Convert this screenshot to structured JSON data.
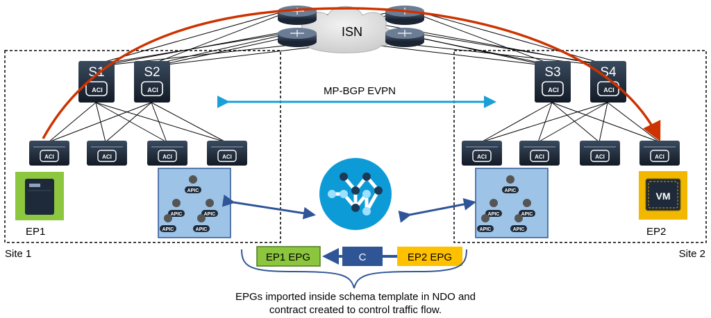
{
  "isn_label": "ISN",
  "spines": [
    {
      "name": "S1",
      "logo": "ACI"
    },
    {
      "name": "S2",
      "logo": "ACI"
    },
    {
      "name": "S3",
      "logo": "ACI"
    },
    {
      "name": "S4",
      "logo": "ACI"
    }
  ],
  "leaf_logo": "ACI",
  "protocol_label": "MP-BGP EVPN",
  "apic_label": "APIC",
  "vm_label": "VM",
  "sites": [
    {
      "label": "Site 1",
      "endpoint": "EP1"
    },
    {
      "label": "Site 2",
      "endpoint": "EP2"
    }
  ],
  "epgs": {
    "ep1": "EP1 EPG",
    "contract": "C",
    "ep2": "EP2 EPG"
  },
  "caption": {
    "line1": "EPGs imported inside schema template in NDO and",
    "line2": "contract created to control traffic flow."
  },
  "colors": {
    "traffic_arrow": "#cc3300",
    "evpn_arrow": "#1a9fd6",
    "controller_arrow": "#2f5597",
    "switch_dark": "#1e2a3a",
    "apic_box": "#9dc3e6",
    "ep1_box": "#8dc63f",
    "vm_box": "#f2b800",
    "epg1_fill": "#8cc63e",
    "contract_fill": "#2f5597",
    "epg2_fill": "#ffc000",
    "ndo_circle": "#0d9bd8"
  }
}
